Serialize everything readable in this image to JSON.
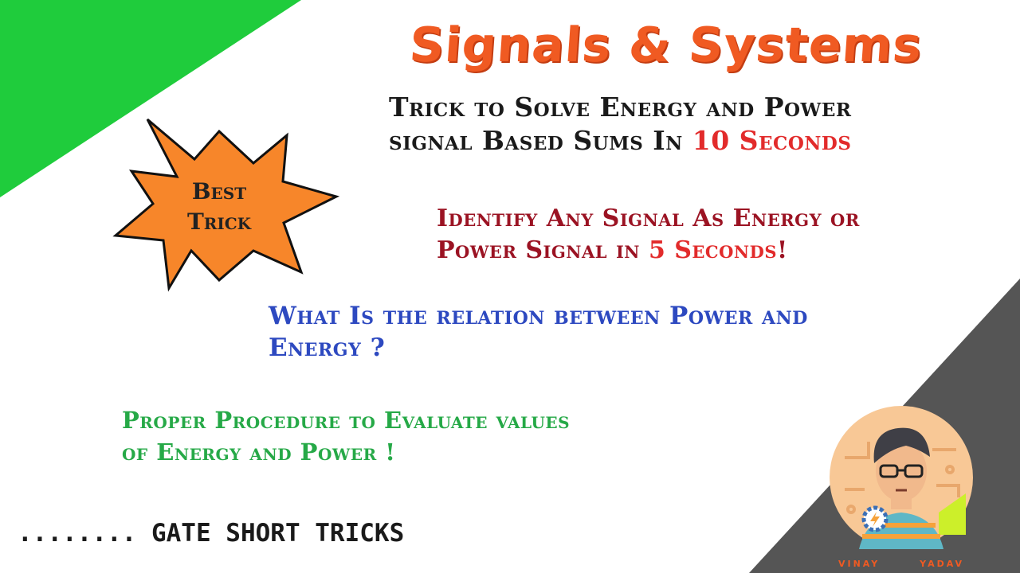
{
  "title": "Signals & Systems",
  "badge": {
    "line1": "Best",
    "line2": "Trick"
  },
  "headline": {
    "line1": "Trick to Solve Energy and Power",
    "line2_prefix": "signal Based Sums In ",
    "line2_highlight": "10 Seconds"
  },
  "point_identify": {
    "line1": "Identify Any Signal As Energy or",
    "line2_prefix": "Power Signal in ",
    "line2_highlight": "5 Seconds",
    "line2_suffix": "!"
  },
  "point_relation": {
    "line1": "What Is the relation between Power and",
    "line2": "Energy ?"
  },
  "point_procedure": {
    "line1": "Proper Procedure to Evaluate values",
    "line2": "of Energy and Power !"
  },
  "footer": "........ GATE SHORT TRICKS",
  "author": {
    "name_left": "VINAY",
    "name_right": "YADAV"
  },
  "colors": {
    "green_corner": "#1fcc3c",
    "gray_corner": "#555555",
    "title_orange": "#f05a22",
    "star_orange": "#f7862a",
    "highlight_red": "#e22b2b",
    "identify_maroon": "#9b1323",
    "relation_blue": "#2d49c0",
    "procedure_green": "#26a947",
    "avatar_bg": "#f8c896"
  },
  "icons": [
    "orange-star-burst",
    "cartoon-avatar-with-glasses",
    "gear-bolt-badge-icon"
  ]
}
